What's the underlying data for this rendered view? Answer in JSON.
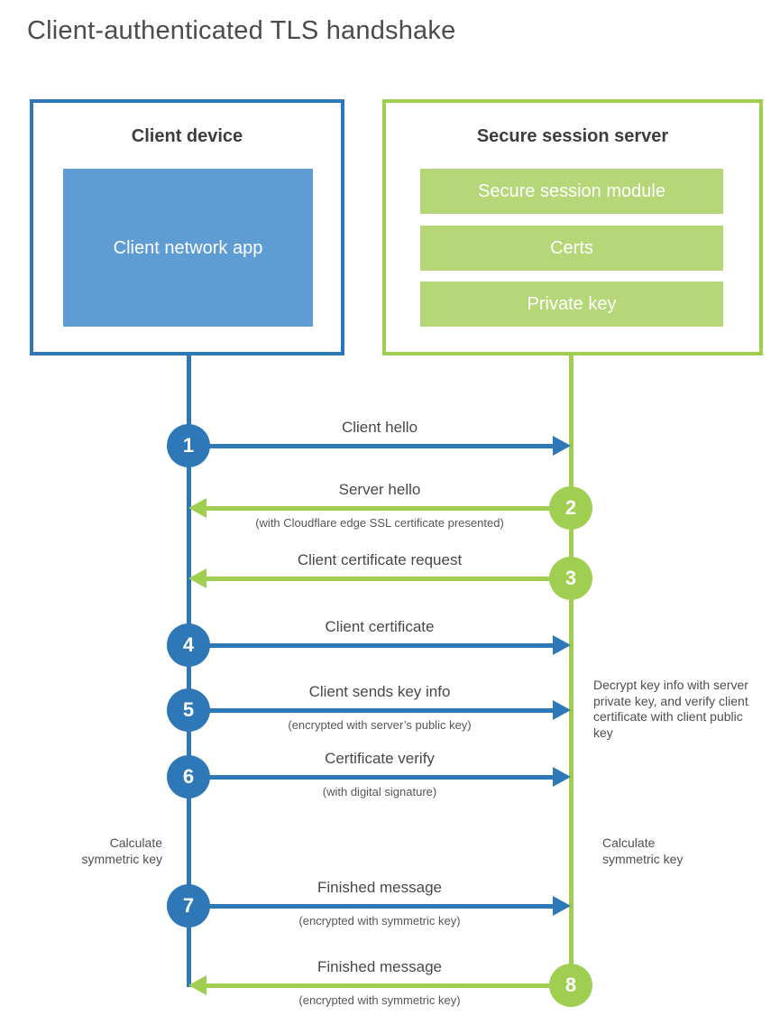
{
  "title": "Client-authenticated TLS handshake",
  "client": {
    "header": "Client device",
    "app_label": "Client network app"
  },
  "server": {
    "header": "Secure session server",
    "modules": [
      "Secure session module",
      "Certs",
      "Private key"
    ]
  },
  "steps": [
    {
      "num": "1",
      "label": "Client hello",
      "sublabel": "",
      "direction": "right",
      "color": "blue"
    },
    {
      "num": "2",
      "label": "Server hello",
      "sublabel": "(with Cloudflare edge SSL certificate presented)",
      "direction": "left",
      "color": "green"
    },
    {
      "num": "3",
      "label": "Client certificate request",
      "sublabel": "",
      "direction": "left",
      "color": "green"
    },
    {
      "num": "4",
      "label": "Client certificate",
      "sublabel": "",
      "direction": "right",
      "color": "blue"
    },
    {
      "num": "5",
      "label": "Client sends key info",
      "sublabel": "(encrypted with server’s public key)",
      "direction": "right",
      "color": "blue"
    },
    {
      "num": "6",
      "label": "Certificate verify",
      "sublabel": "(with digital signature)",
      "direction": "right",
      "color": "blue"
    },
    {
      "num": "7",
      "label": "Finished message",
      "sublabel": "(encrypted with symmetric key)",
      "direction": "right",
      "color": "blue"
    },
    {
      "num": "8",
      "label": "Finished message",
      "sublabel": "(encrypted with symmetric key)",
      "direction": "left",
      "color": "green"
    }
  ],
  "notes": {
    "decrypt": "Decrypt key info with server private key, and verify client certificate with client public key",
    "calc_left": "Calculate symmetric key",
    "calc_right": "Calculate symmetric key"
  },
  "colors": {
    "blue": "#2e78b8",
    "blue_light": "#5e9cd3",
    "green": "#a0ce50",
    "green_light": "#b5d778"
  }
}
